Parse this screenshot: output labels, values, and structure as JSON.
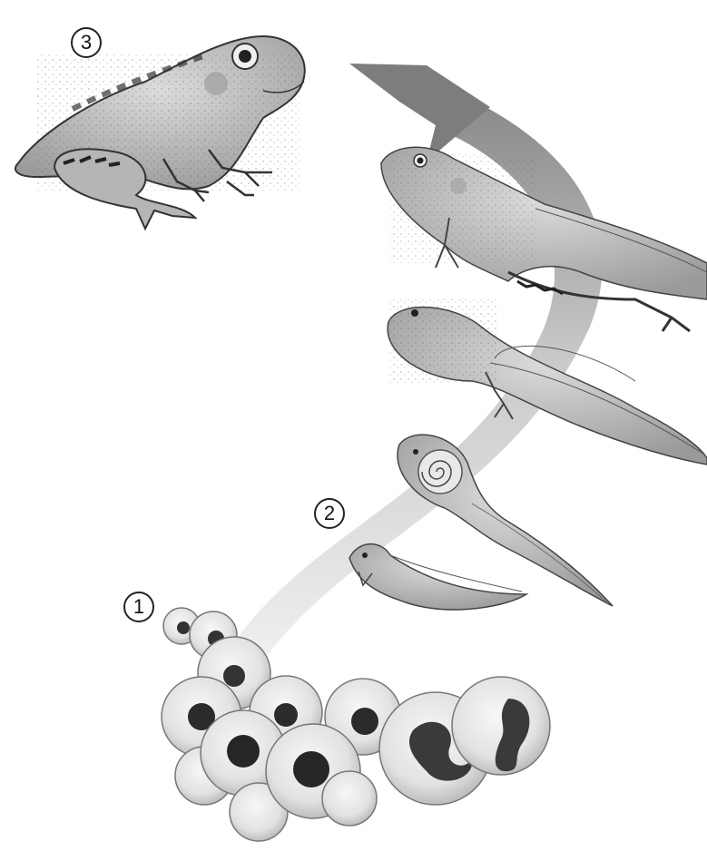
{
  "diagram": {
    "labels": [
      "1",
      "2",
      "3"
    ],
    "colors": {
      "arrow_dark": "#8a8a8a",
      "arrow_light": "#efefef",
      "ink": "#2a2a2a",
      "skin": "#c9c9c9",
      "egg_fill": "#e6e6e6",
      "egg_core": "#2e2e2e"
    },
    "icons": [
      "eggs-cluster-icon",
      "hatchling-icon",
      "tadpole-icon",
      "tadpole-with-legs-icon",
      "froglet-icon",
      "adult-frog-icon",
      "cycle-arrow-icon"
    ]
  }
}
